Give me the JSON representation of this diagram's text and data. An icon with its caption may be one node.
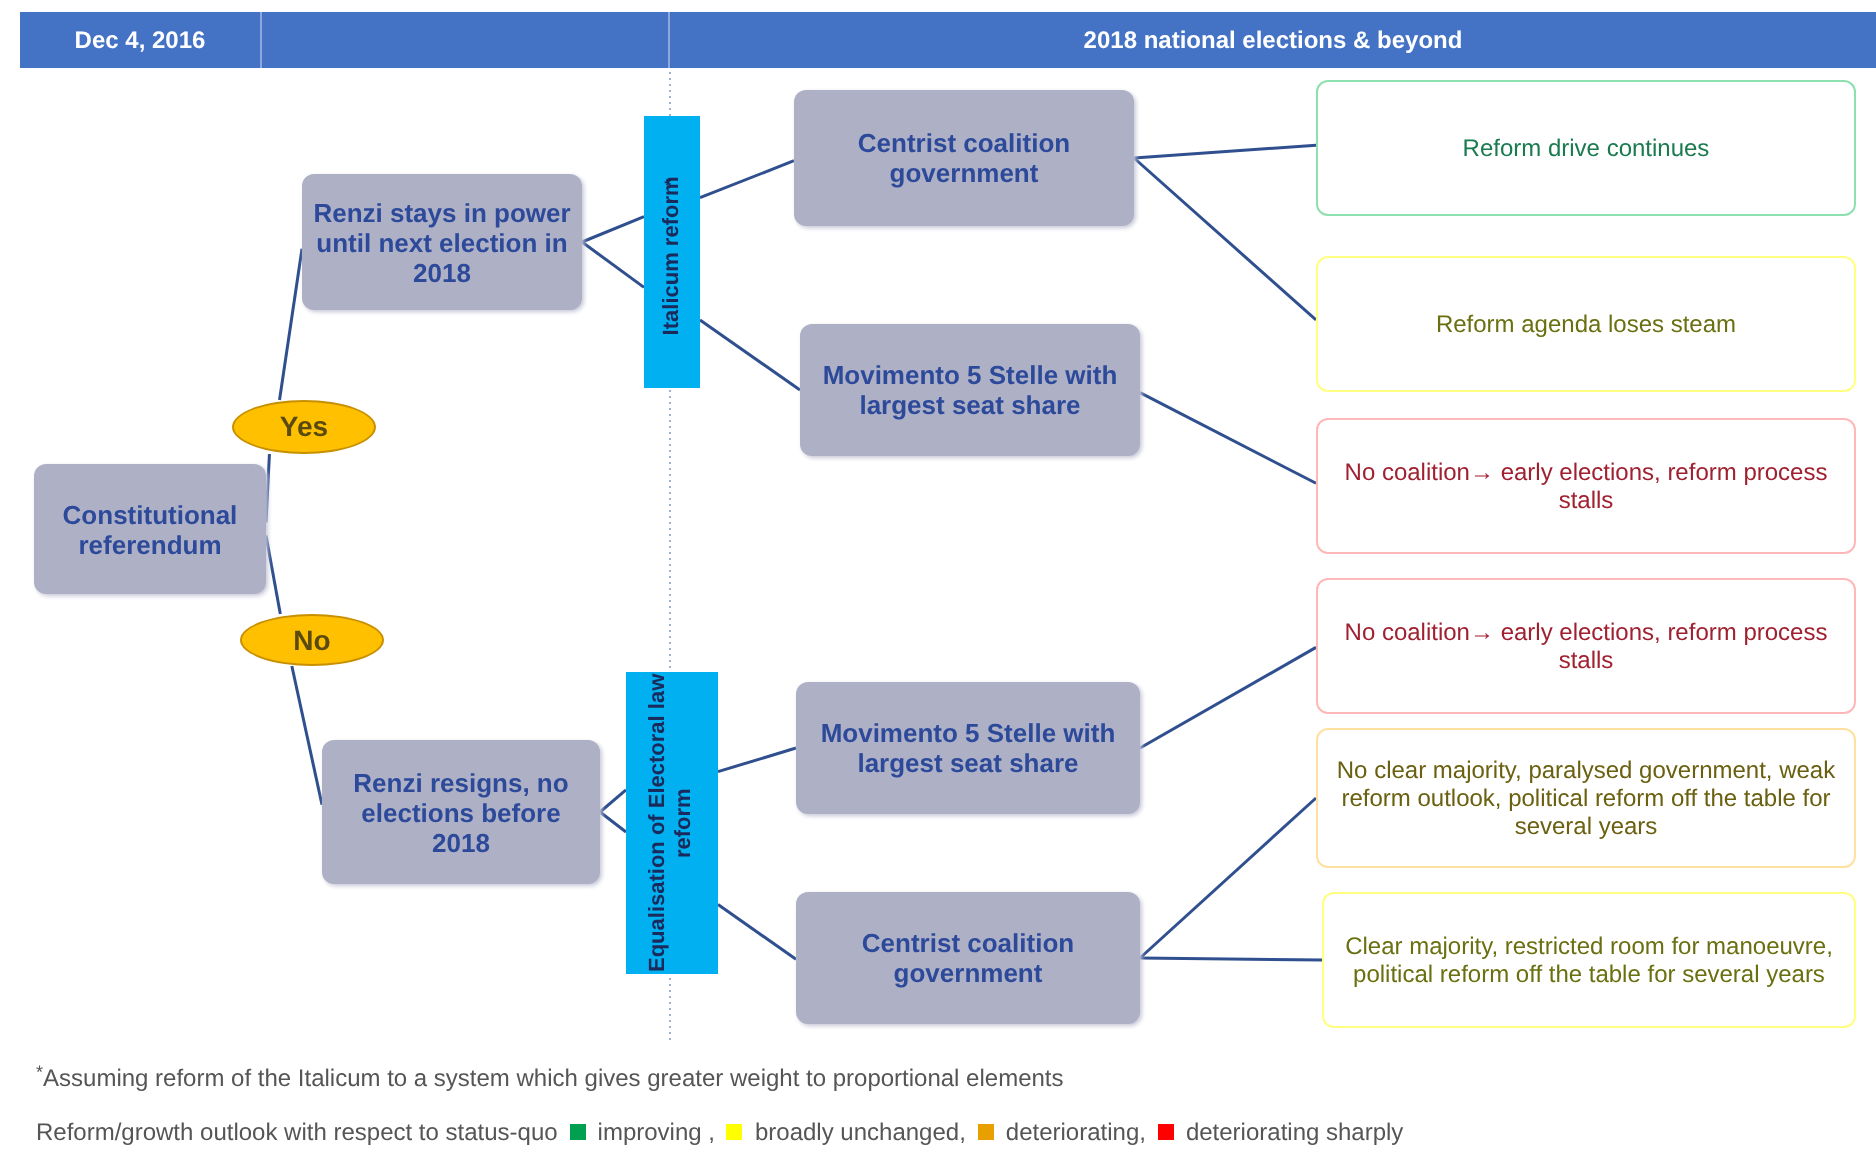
{
  "diagram": {
    "nodes": [
      {
        "text": [
          "Dec 4, 2016"
        ]
      },
      {
        "text": [
          "2018 national elections & beyond"
        ]
      },
      {
        "text": [
          "Constitutional referendum"
        ]
      },
      {
        "text": [
          "Yes"
        ]
      },
      {
        "text": [
          "No"
        ]
      },
      {
        "text": [
          "Renzi stays in power until next election in 2018"
        ]
      },
      {
        "text": [
          "Renzi resigns, no elections before 2018"
        ]
      },
      {
        "text": [
          "Italicum reform$^{*}$"
        ]
      },
      {
        "text": [
          "Equalisation of Electoral law reform"
        ]
      },
      {
        "text": [
          "Centrist coalition government"
        ]
      },
      {
        "text": [
          "Movimento 5 Stelle with largest seat share"
        ]
      },
      {
        "text": [
          "Movimento 5 Stelle with largest seat share"
        ]
      },
      {
        "text": [
          "Centrist coalition government"
        ]
      },
      {
        "text": [
          "Reform drive continues"
        ]
      },
      {
        "text": [
          "Reform agenda loses steam"
        ]
      },
      {
        "text": [
          "No coalition→ early elections, reform process stalls"
        ]
      },
      {
        "text": [
          "No coalition→ early elections, reform process stalls"
        ]
      },
      {
        "text": [
          "No clear majority, paralysed government, weak reform outlook, political reform off the table for several years"
        ]
      },
      {
        "text": [
          "Clear majority, restricted room for manoeuvre, political reform off the table for several years"
        ]
      }
    ],
    "edges": [
      {
        "from": 2,
        "to": 3,
        "arrow": "none"
      },
      {
        "from": 3,
        "to": 5,
        "arrow": "none"
      },
      {
        "from": 2,
        "to": 4,
        "arrow": "none"
      },
      {
        "from": 4,
        "to": 6,
        "arrow": "none"
      },
      {
        "from": 5,
        "to": 7,
        "arrow": "none"
      },
      {
        "from": 5,
        "to": 7,
        "arrow": "none"
      },
      {
        "from": 7,
        "to": 9,
        "arrow": "none"
      },
      {
        "from": 7,
        "to": 10,
        "arrow": "none"
      },
      {
        "from": 6,
        "to": 8,
        "arrow": "none"
      },
      {
        "from": 6,
        "to": 8,
        "arrow": "none"
      },
      {
        "from": 8,
        "to": 11,
        "arrow": "none"
      },
      {
        "from": 8,
        "to": 12,
        "arrow": "none"
      },
      {
        "from": 9,
        "to": 13,
        "arrow": "none"
      },
      {
        "from": 9,
        "to": 14,
        "arrow": "none"
      },
      {
        "from": 10,
        "to": 15,
        "arrow": "none"
      },
      {
        "from": 11,
        "to": 16,
        "arrow": "none"
      },
      {
        "from": 12,
        "to": 17,
        "arrow": "none"
      },
      {
        "from": 12,
        "to": 18,
        "arrow": "none"
      }
    ],
    "labels": [
      "$^{*}$Assuming reform of the Italicum to a system which gives greater weight to proportional elements",
      "Reform/growth outlook with respect to status-quo"
    ],
    "legend": [
      {
        "text": "improving ,",
        "color": "#00a050"
      },
      {
        "text": "broadly unchanged,",
        "color": "#ffff00"
      },
      {
        "text": "deteriorating,",
        "color": "#e8a000"
      },
      {
        "text": "deteriorating sharply",
        "color": "#ff0000"
      }
    ]
  }
}
